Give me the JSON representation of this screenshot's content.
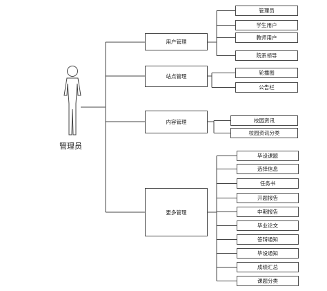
{
  "actor": {
    "label": "管理员"
  },
  "categories": [
    {
      "label": "用户管理",
      "items": [
        "管理员",
        "学生用户",
        "教师用户",
        "院系领导"
      ]
    },
    {
      "label": "站点管理",
      "items": [
        "轮播图",
        "公告栏"
      ]
    },
    {
      "label": "内容管理",
      "items": [
        "校园资讯",
        "校园资讯分类"
      ]
    },
    {
      "label": "更多管理",
      "items": [
        "毕设课题",
        "选择信息",
        "任务书",
        "开题报告",
        "中期报告",
        "毕业论文",
        "答辩通知",
        "毕设通知",
        "成绩汇总",
        "课题分类"
      ]
    }
  ]
}
